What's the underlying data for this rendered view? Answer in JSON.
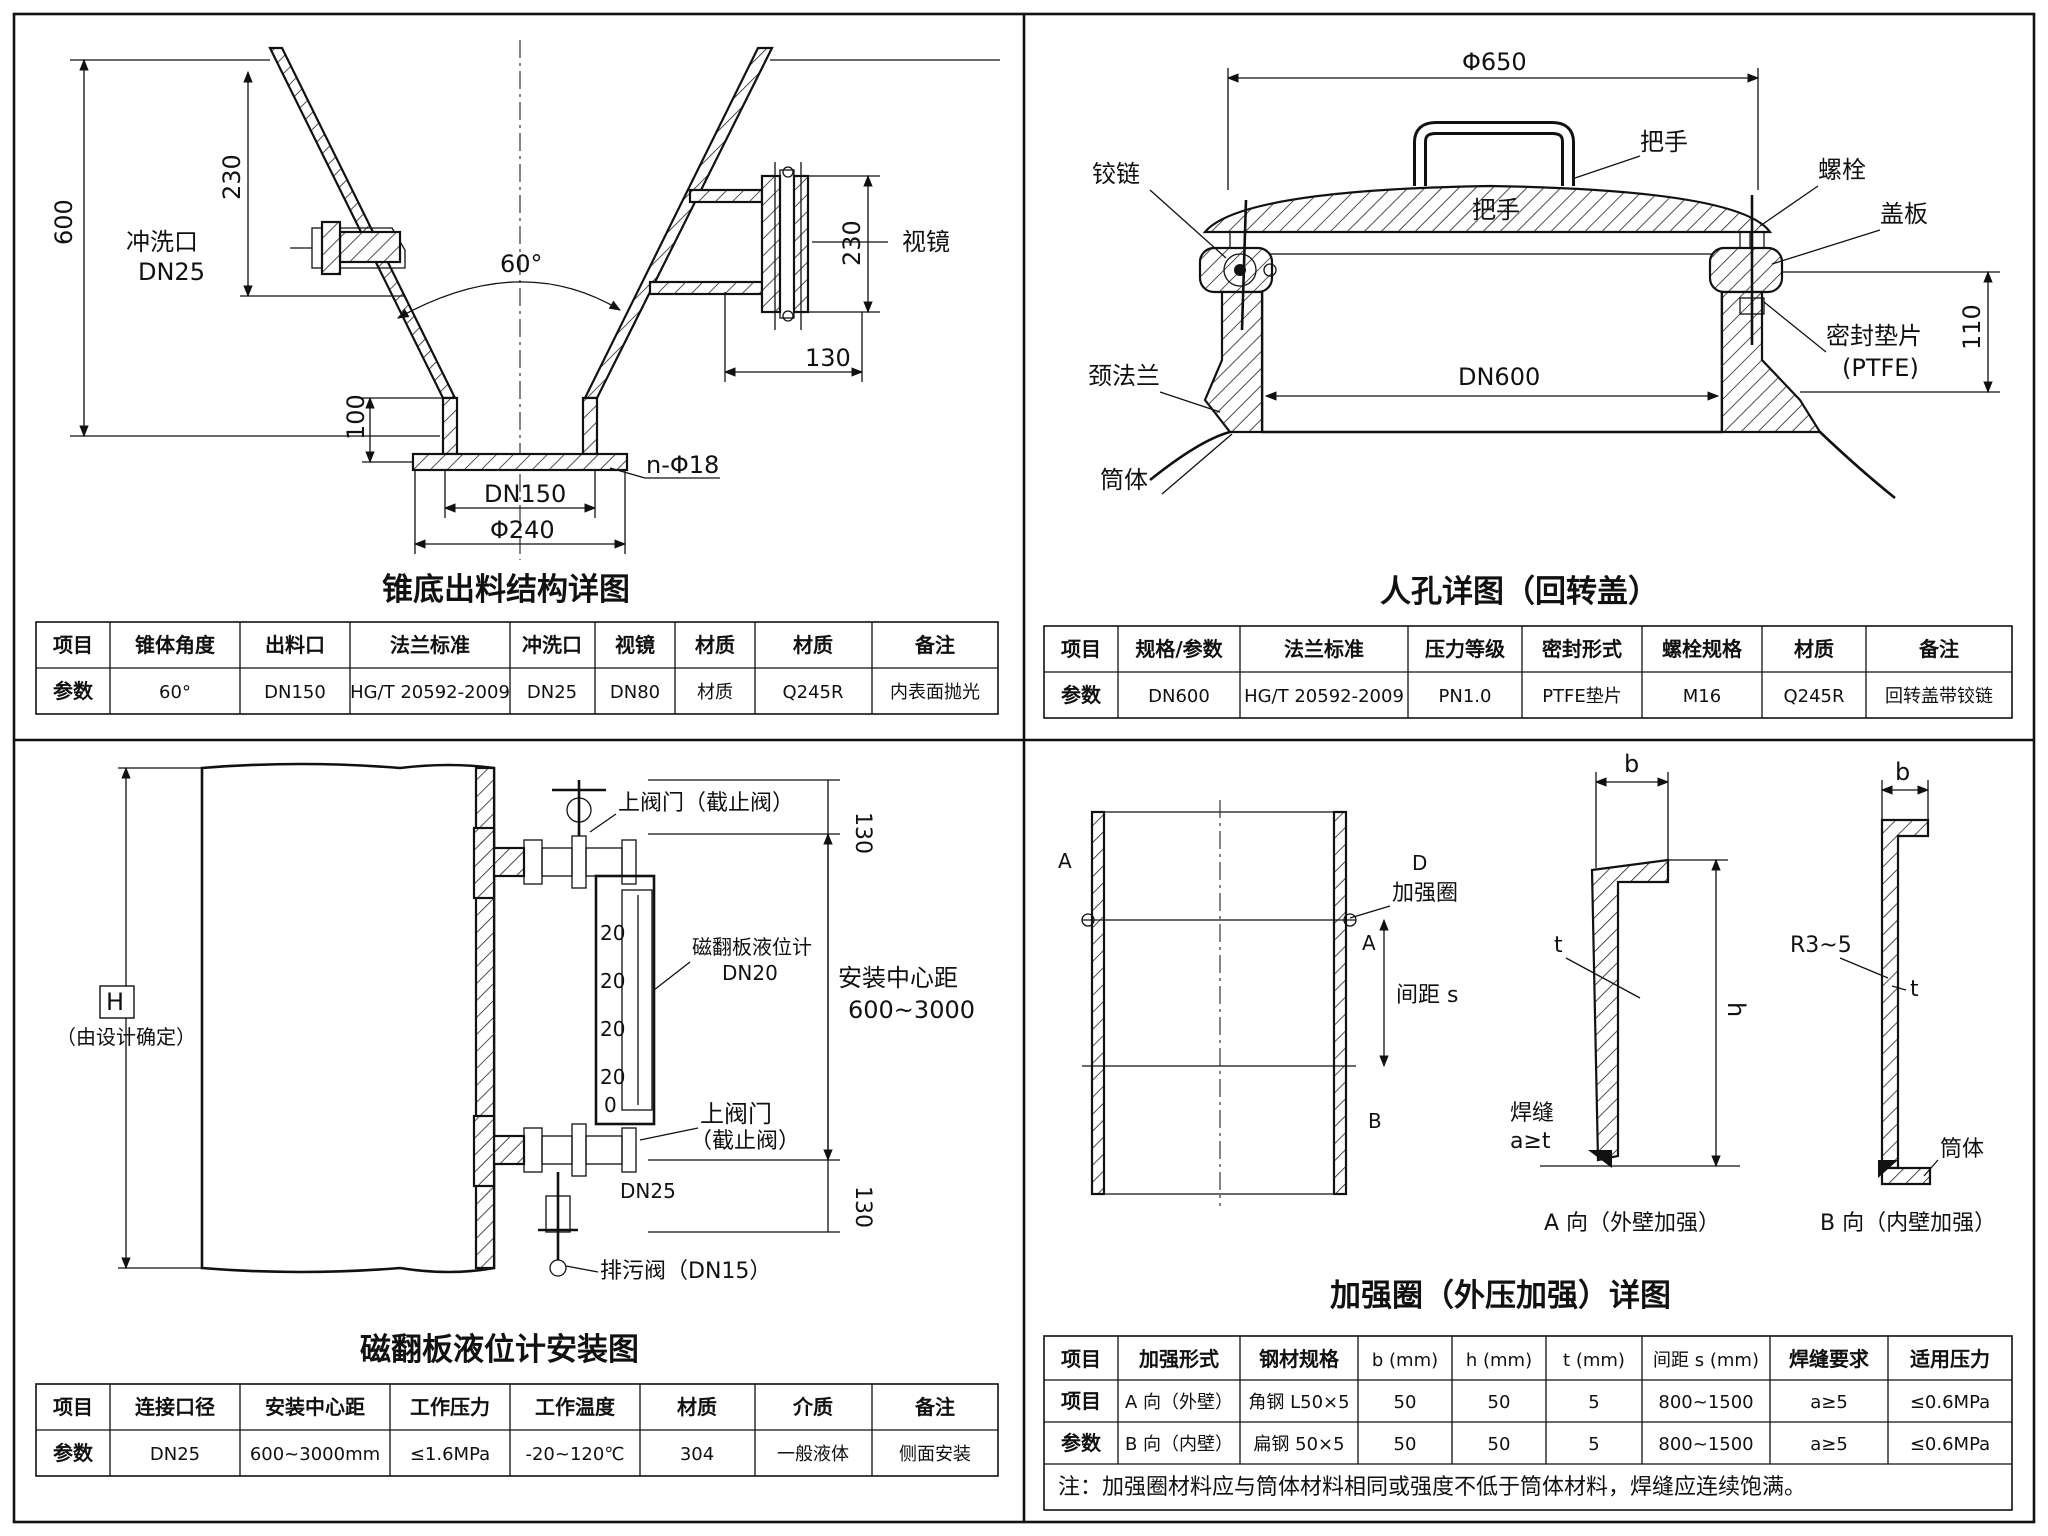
{
  "p1": {
    "title": "锥底出料结构详图",
    "labels": {
      "flush_port": "冲洗口",
      "flush_dn": "DN25",
      "sight": "视镜",
      "angle": "60°",
      "h_total": "600",
      "h_cone": "230",
      "h_sight": "230",
      "w_sight": "130",
      "h_out": "100",
      "dn_out": "DN150",
      "phi_out": "Φ240",
      "holes": "n-Φ18"
    },
    "table": {
      "headers": [
        "项目",
        "锥体角度",
        "出料口",
        "法兰标准",
        "冲洗口",
        "视镜",
        "材质",
        "材质",
        "备注"
      ],
      "row": [
        "参数",
        "60°",
        "DN150",
        "HG/T 20592-2009",
        "DN25",
        "DN80",
        "材质",
        "Q245R",
        "内表面抛光"
      ]
    }
  },
  "p2": {
    "title": "人孔详图（回转盖）",
    "labels": {
      "phi": "Φ650",
      "handle1": "把手",
      "handle2": "把手",
      "hinge": "铰链",
      "bolt": "螺栓",
      "cover": "盖板",
      "gasket": "密封垫片",
      "ptfe": "(PTFE)",
      "h110": "110",
      "dn600": "DN600",
      "neck": "颈法兰",
      "shell": "筒体"
    },
    "table": {
      "headers": [
        "项目",
        "规格/参数",
        "法兰标准",
        "压力等级",
        "密封形式",
        "螺栓规格",
        "材质",
        "备注"
      ],
      "row": [
        "参数",
        "DN600",
        "HG/T 20592-2009",
        "PN1.0",
        "PTFE垫片",
        "M16",
        "Q245R",
        "回转盖带铰链"
      ]
    }
  },
  "p3": {
    "title": "磁翻板液位计安装图",
    "labels": {
      "valve_top": "上阀门（截止阀）",
      "gauge": "磁翻板液位计",
      "gauge_sub": "DN20",
      "center_dist": "安装中心距",
      "center_range": "600~3000",
      "valve_bot": "上阀门",
      "valve_bot_sub": "（截止阀）",
      "drain": "排污阀（DN15）",
      "h": "H",
      "h_note": "（由设计确定）",
      "d130a": "130",
      "d130b": "130",
      "dn25": "DN25",
      "scale": [
        "20",
        "20",
        "20",
        "20",
        "0"
      ]
    },
    "table": {
      "headers": [
        "项目",
        "连接口径",
        "安装中心距",
        "工作压力",
        "工作温度",
        "材质",
        "介质",
        "备注"
      ],
      "row": [
        "参数",
        "DN25",
        "600~3000mm",
        "≤1.6MPa",
        "-20~120℃",
        "304",
        "一般液体",
        "侧面安装"
      ]
    }
  },
  "p4": {
    "title": "加强圈（外压加强）详图",
    "labels": {
      "b1": "b",
      "b2": "b",
      "h": "h",
      "t1": "t",
      "t2": "t",
      "r": "R3~5",
      "ring": "加强圈",
      "spacing": "间距 s",
      "weld": "焊缝",
      "weld_a": "a≥t",
      "shell": "筒体",
      "view_a": "A 向（外壁加强）",
      "view_b": "B 向（内壁加强）",
      "tag": "D",
      "sa": "A",
      "sb": "A",
      "sc": "B"
    },
    "table": {
      "headers": [
        "项目",
        "加强形式",
        "钢材规格",
        "b (mm)",
        "h (mm)",
        "t (mm)",
        "间距 s (mm)",
        "焊缝要求",
        "适用压力"
      ],
      "rows": [
        [
          "项目",
          "A 向（外壁）",
          "角钢 L50×5",
          "50",
          "50",
          "5",
          "800~1500",
          "a≥5",
          "≤0.6MPa"
        ],
        [
          "参数",
          "B 向（内壁）",
          "扁钢 50×5",
          "50",
          "50",
          "5",
          "800~1500",
          "a≥5",
          "≤0.6MPa"
        ]
      ],
      "note": "注：加强圈材料应与筒体材料相同或强度不低于筒体材料，焊缝应连续饱满。"
    }
  }
}
